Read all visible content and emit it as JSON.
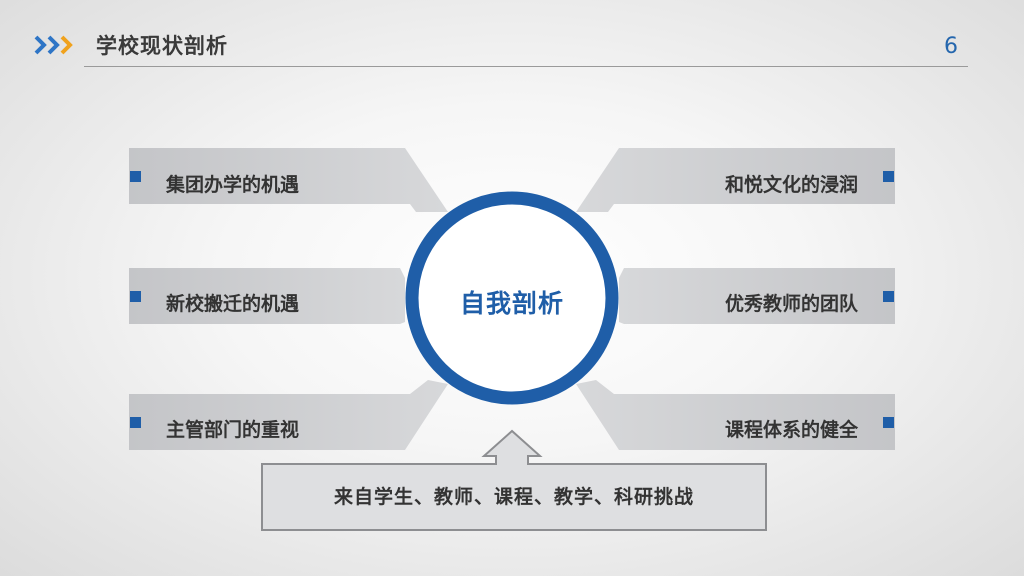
{
  "header": {
    "title": "学校现状剖析",
    "page_number": "6",
    "chevron_icon": "triple-chevron-right-icon"
  },
  "colors": {
    "accent": "#1f5ea8",
    "chevron_blue": "#2e75c6",
    "chevron_orange": "#f0a21d",
    "band_gray": "#c8c9cc"
  },
  "center": {
    "label": "自我剖析"
  },
  "left_items": [
    "集团办学的机遇",
    "新校搬迁的机遇",
    "主管部门的重视"
  ],
  "right_items": [
    "和悦文化的浸润",
    "优秀教师的团队",
    "课程体系的健全"
  ],
  "footer": {
    "label": "来自学生、教师、课程、教学、科研挑战",
    "arrow_icon": "arrow-up-icon"
  }
}
